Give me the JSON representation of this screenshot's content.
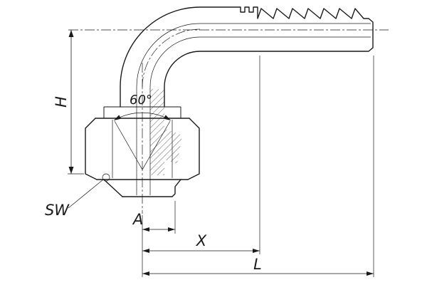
{
  "drawing": {
    "labels": {
      "h": "H",
      "angle": "60°",
      "sw": "SW",
      "a": "A",
      "x": "X",
      "l": "L"
    }
  }
}
